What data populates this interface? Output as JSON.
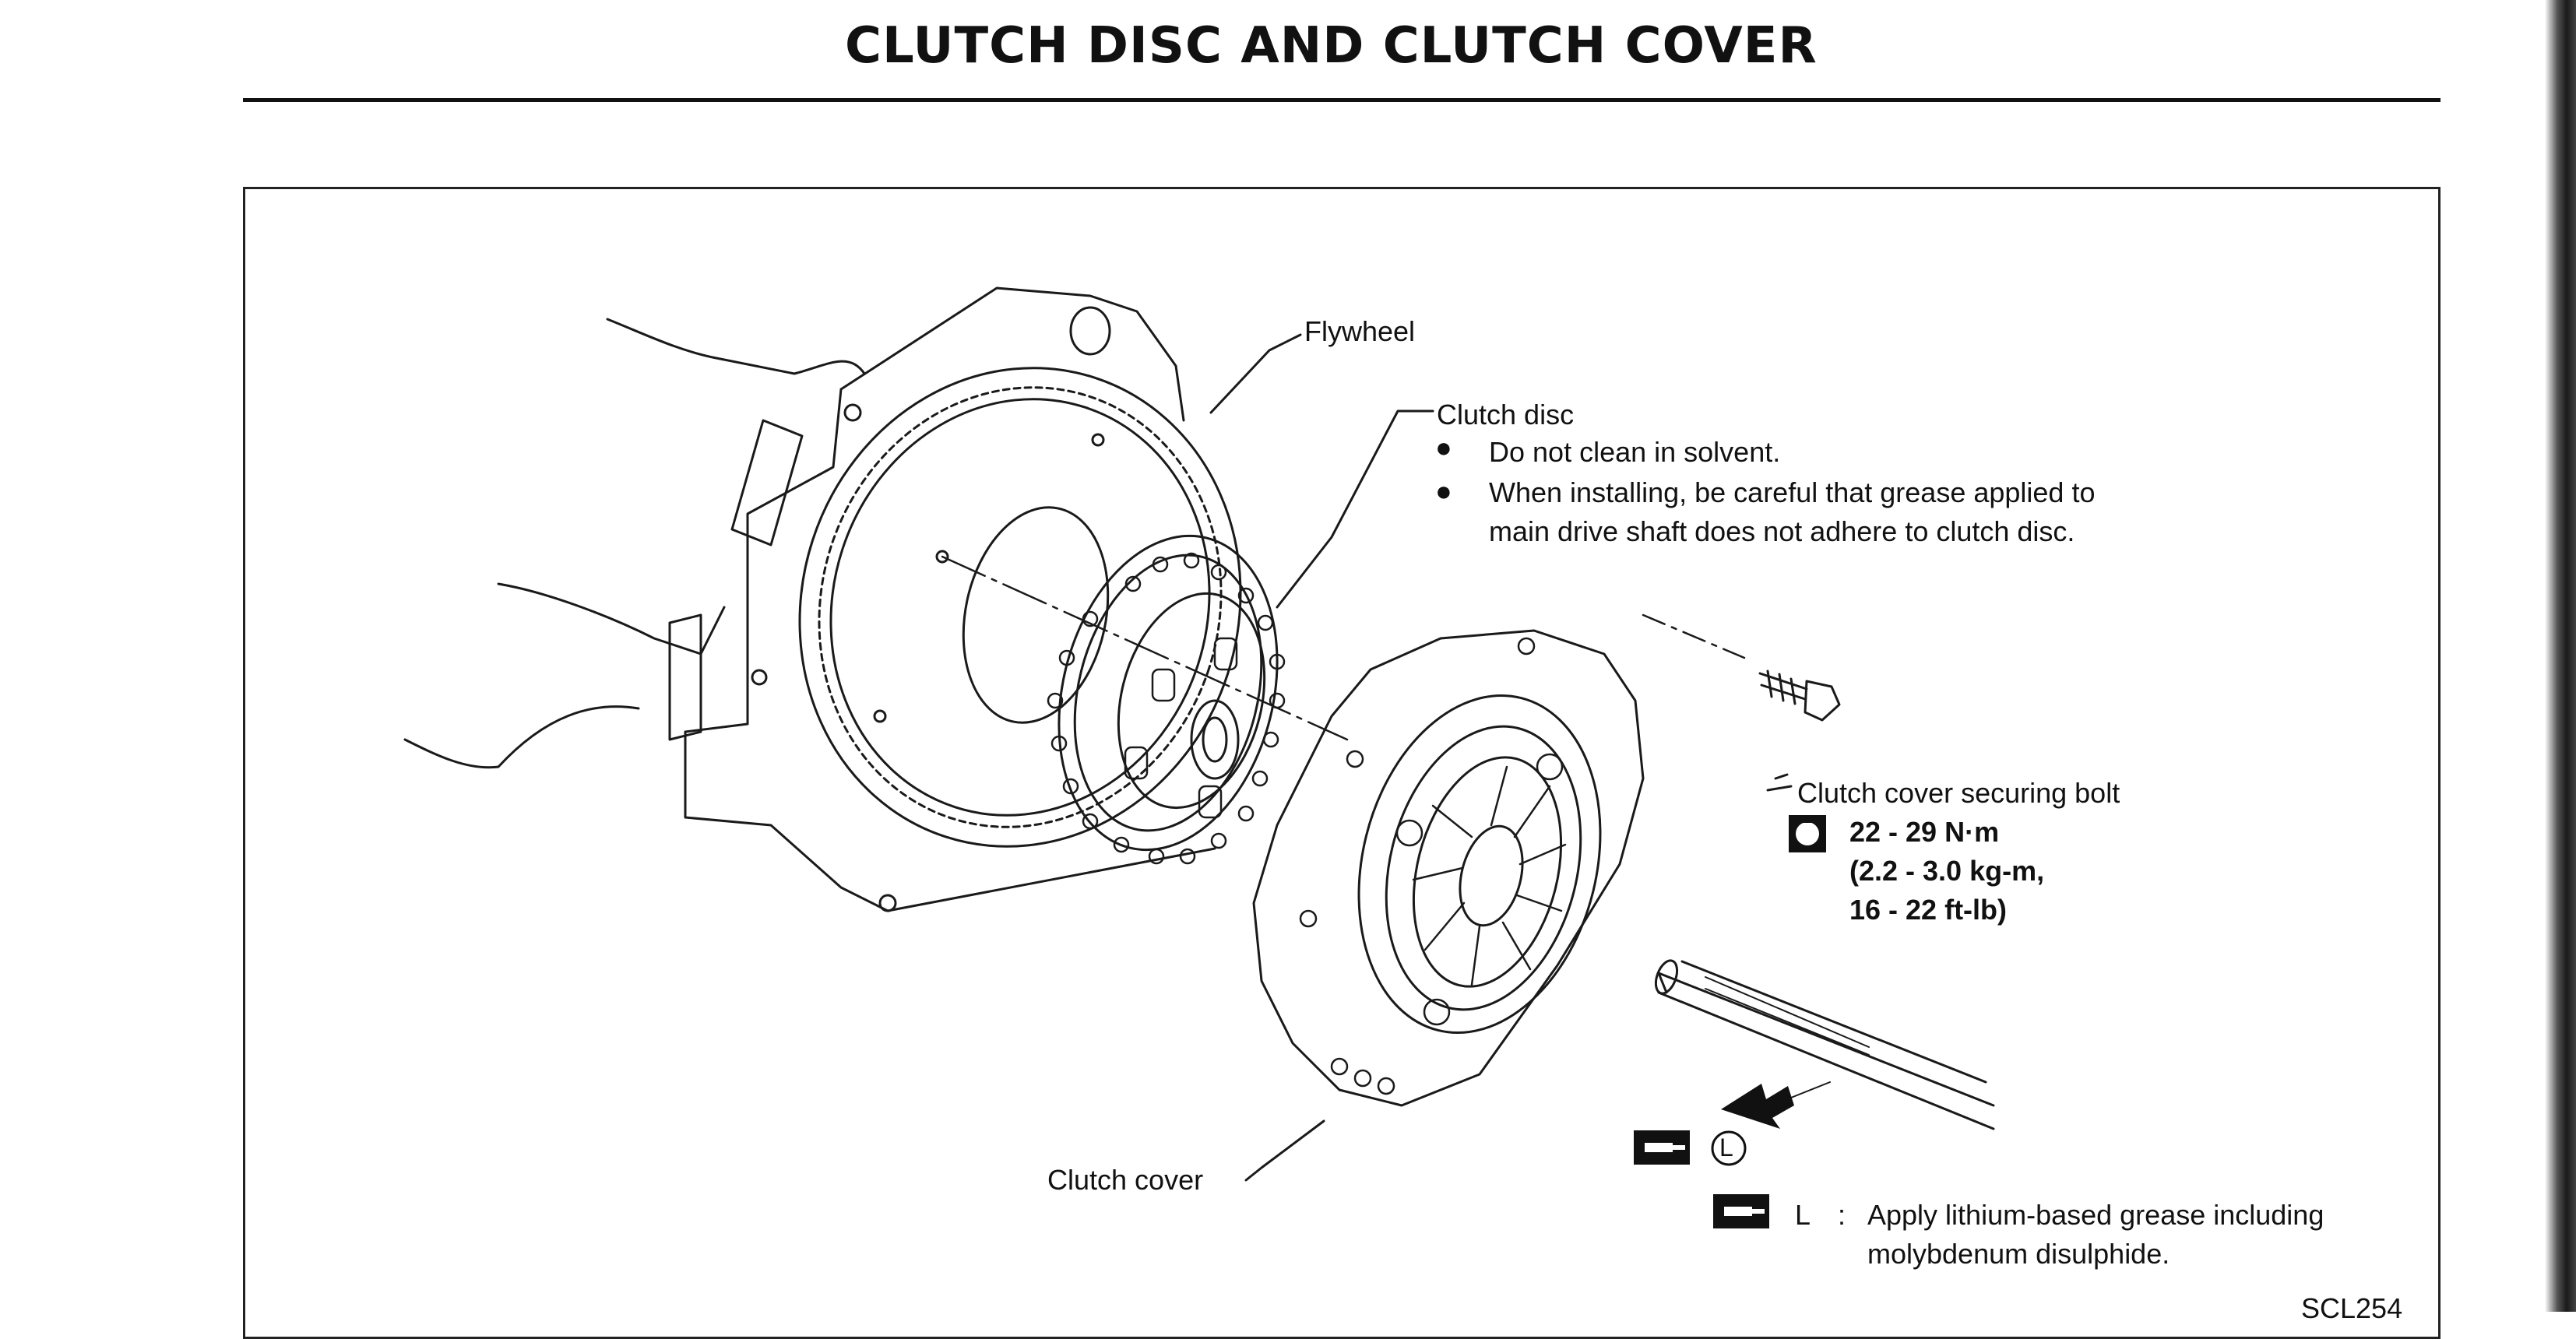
{
  "page": {
    "title": "CLUTCH DISC AND CLUTCH COVER",
    "figure_code": "SCL254"
  },
  "labels": {
    "flywheel": "Flywheel",
    "clutch_disc": "Clutch disc",
    "clutch_disc_notes": [
      "Do not clean in solvent.",
      "When installing, be careful that grease applied to",
      "main drive shaft does not adhere to clutch disc."
    ],
    "bolt": "Clutch cover securing bolt",
    "torque": [
      "22 - 29 N·m",
      "(2.2 - 3.0 kg-m,",
      "16 - 22 ft-lb)"
    ],
    "clutch_cover": "Clutch cover",
    "grease_marker": "L",
    "legend_separator": ":",
    "legend_text": [
      "Apply lithium-based grease including",
      "molybdenum disulphide."
    ]
  },
  "icons": {
    "torque": "torque-wrench-icon",
    "grease": "grease-gun-icon",
    "arrow": "arrow-icon",
    "bullet": "bullet-icon"
  }
}
